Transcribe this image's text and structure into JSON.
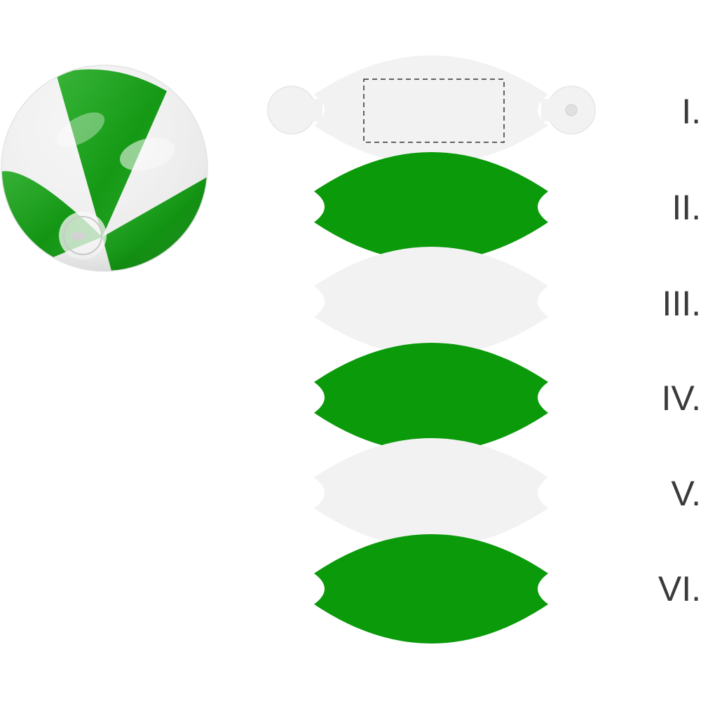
{
  "colors": {
    "green": "#0a9a0a",
    "green_light": "#4cc74c",
    "white_panel": "#f2f2f2",
    "outline": "#e6e6e6",
    "label": "#3a3a3a",
    "print_area": "#333333"
  },
  "panels": [
    {
      "label": "I.",
      "color": "white",
      "has_valves": true,
      "has_print_area": true
    },
    {
      "label": "II.",
      "color": "green"
    },
    {
      "label": "III.",
      "color": "white"
    },
    {
      "label": "IV.",
      "color": "green"
    },
    {
      "label": "V.",
      "color": "white"
    },
    {
      "label": "VI.",
      "color": "green"
    }
  ]
}
